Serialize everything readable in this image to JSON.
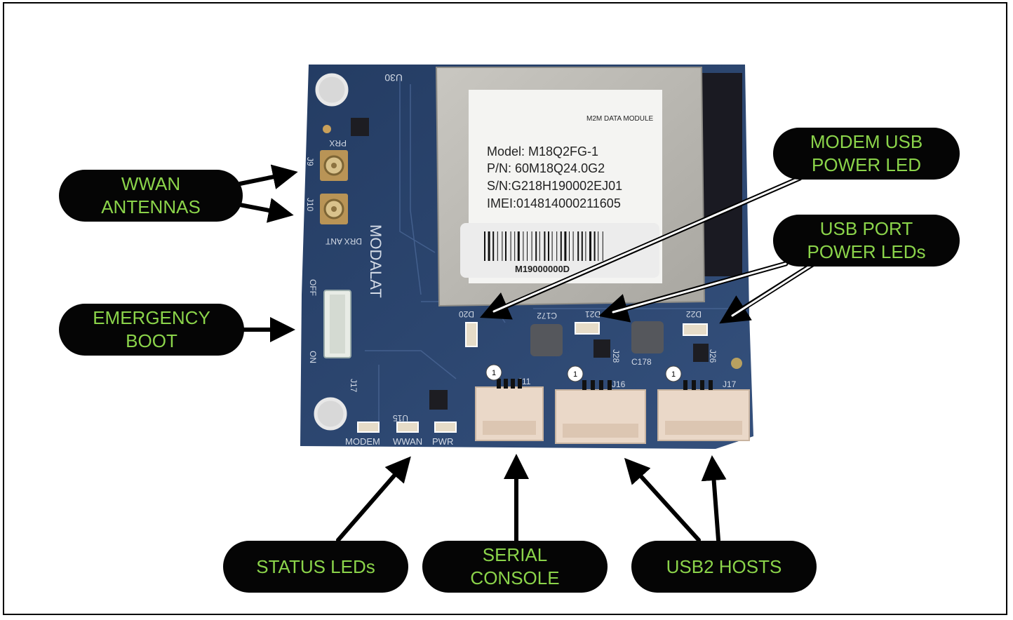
{
  "labels": {
    "wwan": "WWAN\nANTENNAS",
    "boot": "EMERGENCY\nBOOT",
    "modem_led": "MODEM USB\nPOWER LED",
    "usb_leds": "USB PORT\nPOWER LEDs",
    "status": "STATUS LEDs",
    "serial": "SERIAL\nCONSOLE",
    "usb2": "USB2 HOSTS"
  },
  "module": {
    "header": "M2M DATA MODULE",
    "model": "Model: M18Q2FG-1",
    "pn": "P/N: 60M18Q24.0G2",
    "sn": "S/N:G218H190002EJ01",
    "imei": "IMEI:014814000211605",
    "barcode_text": "M19000000D"
  },
  "silkscreen": {
    "u30": "U30",
    "modalat": "MODALAT",
    "drx_ant": "DRX ANT",
    "prx": "PRX",
    "j9": "J9",
    "j10": "J10",
    "off": "OFF",
    "on": "ON",
    "modem": "MODEM",
    "wwan": "WWAN",
    "pwr": "PWR",
    "u15": "U15",
    "j17": "J17",
    "j11": "J11",
    "j16": "J16",
    "j17b": "J17",
    "c172": "C172",
    "c178": "C178",
    "d20": "D20",
    "d21": "D21",
    "d22": "D22",
    "j28": "J28",
    "j26": "J26",
    "pin1": "1"
  },
  "colors": {
    "label_bg": "#050505",
    "label_text": "#8bd44a",
    "pcb": "#2c4670"
  }
}
